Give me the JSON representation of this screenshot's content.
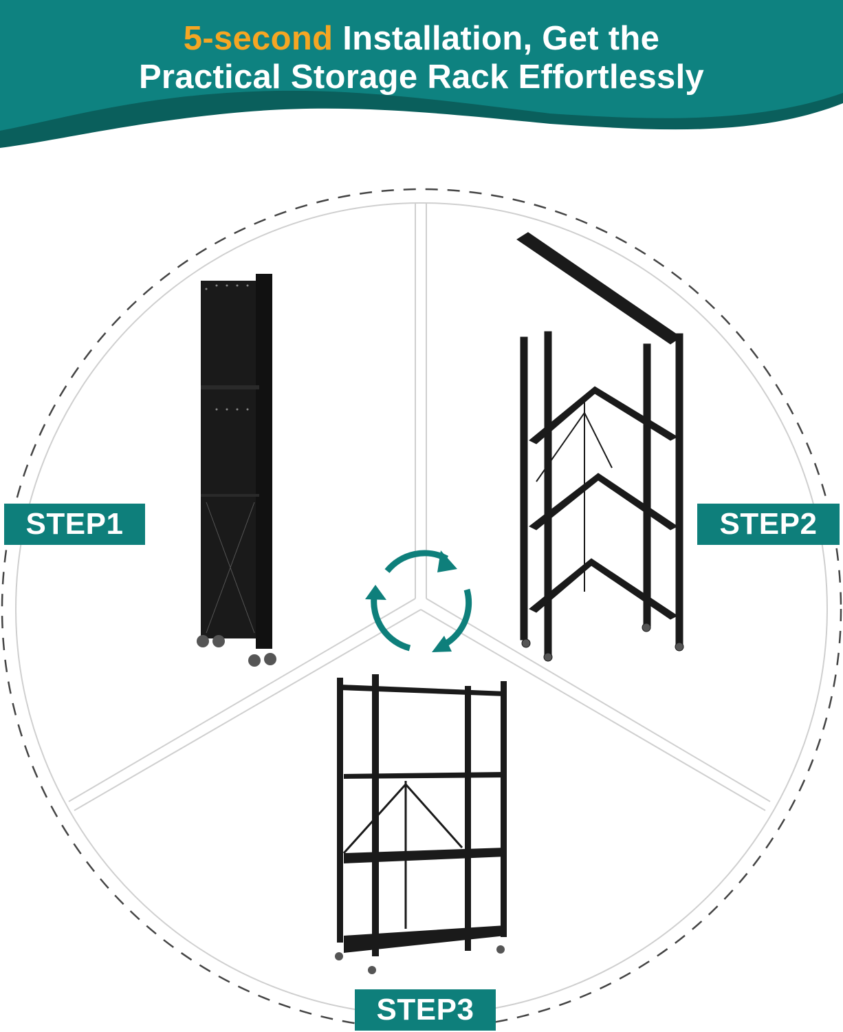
{
  "header": {
    "title_accent": "5-second",
    "title_line1_rest": " Installation, Get the",
    "title_line2": "Practical Storage Rack Effortlessly",
    "colors": {
      "teal": "#0e8280",
      "teal_dark": "#0a5f5c",
      "accent": "#f5a623"
    }
  },
  "steps": [
    {
      "label": "STEP1",
      "description_image": "folded-storage-rack"
    },
    {
      "label": "STEP2",
      "description_image": "unfolding-storage-rack"
    },
    {
      "label": "STEP3",
      "description_image": "assembled-storage-rack"
    }
  ],
  "center_icon": "cycle-arrows-icon",
  "colors": {
    "badge": "#0e7f7b",
    "rack": "#1a1a1a",
    "divider": "#cccccc",
    "dash": "#444444"
  }
}
